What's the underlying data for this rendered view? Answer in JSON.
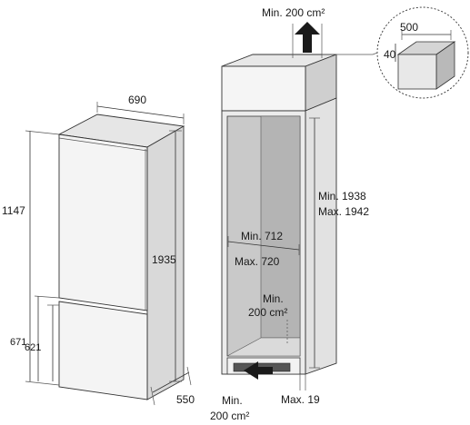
{
  "fridge": {
    "width": "690",
    "depth": "550",
    "height_total": "1935",
    "height_side": "1147",
    "door_lower_a": "671",
    "door_lower_b": "621"
  },
  "cabinet": {
    "vent_top": "Min. 200 cm²",
    "height_min": "Min. 1938",
    "height_max": "Max. 1942",
    "width_min": "Min. 712",
    "width_max": "Max. 720",
    "inner_vent_line1": "Min.",
    "inner_vent_line2": "200 cm²",
    "vent_bottom_line1": "Min.",
    "vent_bottom_line2": "200 cm²",
    "gap_max": "Max. 19"
  },
  "detail": {
    "dim_500": "500",
    "dim_40": "40"
  },
  "colors": {
    "cabinet_inner": "#c9c9c9",
    "cabinet_back": "#b4b4b4",
    "fridge_face": "#f4f4f4",
    "arrow": "#1a1a1a"
  }
}
